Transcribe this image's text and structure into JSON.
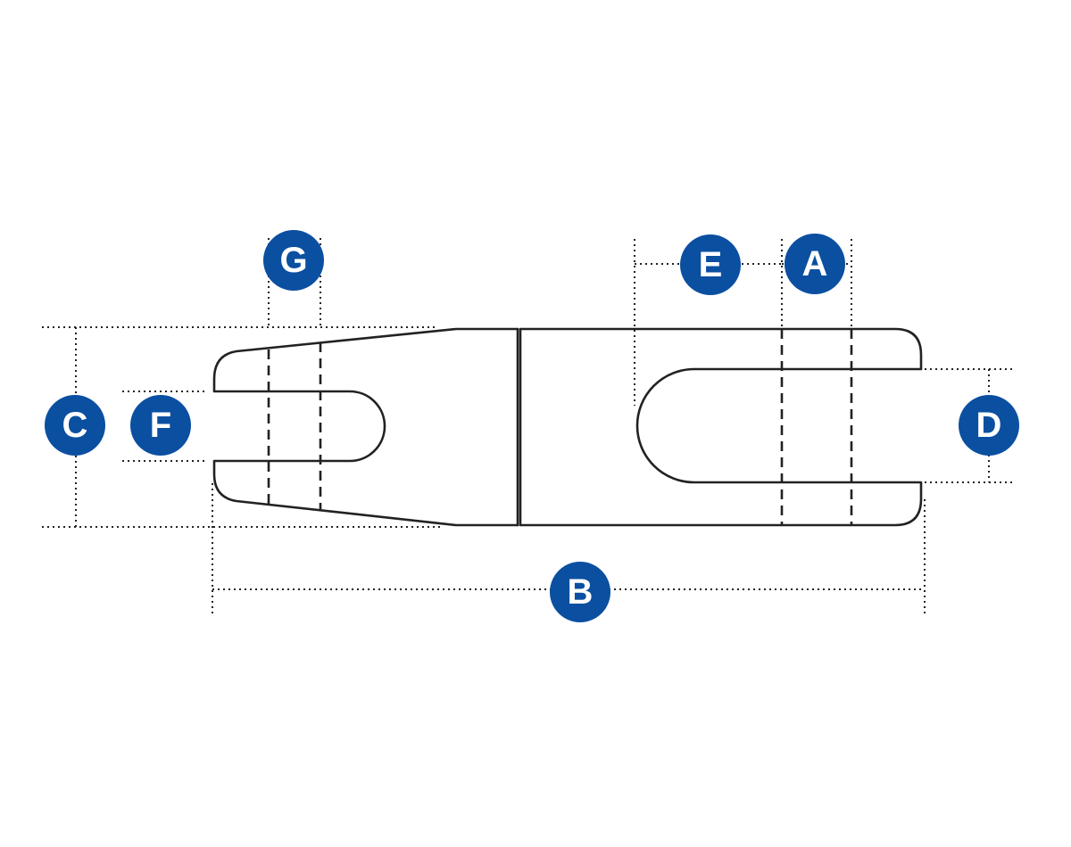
{
  "labels": {
    "a": "A",
    "b": "B",
    "c": "C",
    "d": "D",
    "e": "E",
    "f": "F",
    "g": "G"
  },
  "colors": {
    "badge": "#0b4fa1",
    "badge_text": "#ffffff",
    "line": "#222222",
    "background": "#ffffff"
  }
}
